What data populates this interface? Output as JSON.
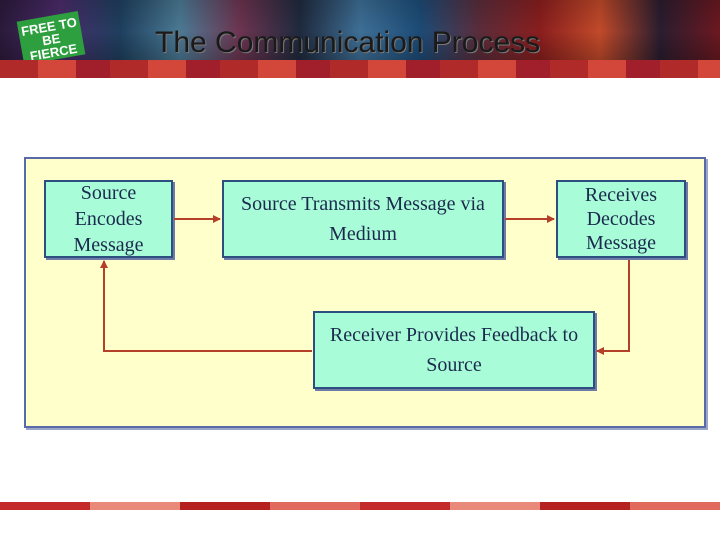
{
  "title": "The Communication Process",
  "header": {
    "badge_text": "FREE TO BE FIERCE"
  },
  "nodes": {
    "source": "Source Encodes Message",
    "transmit": "Source Transmits Message via Medium",
    "receive": "Receives Decodes Message",
    "feedback": "Receiver Provides Feedback to Source"
  },
  "colors": {
    "panel_fill": "#ffffcc",
    "node_fill": "#a8fcd7",
    "node_border": "#2c4f80",
    "arrow": "#b5402a"
  }
}
